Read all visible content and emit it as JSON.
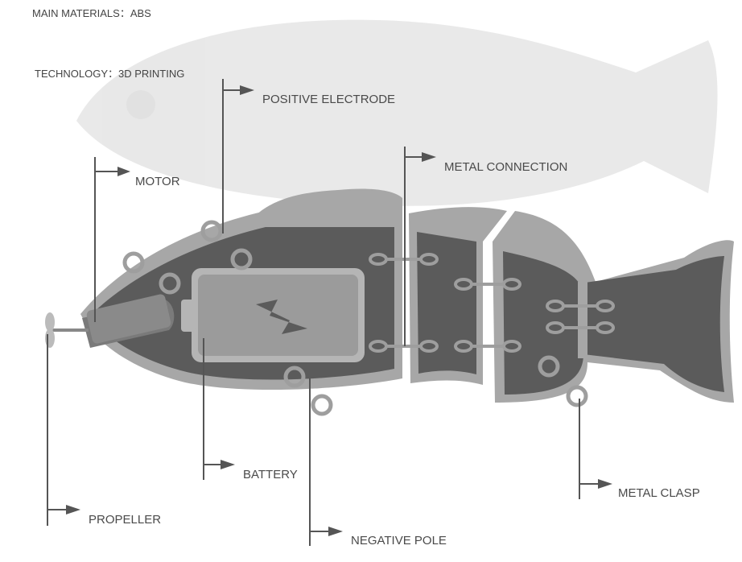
{
  "specs": {
    "materials": "MAIN MATERIALS：ABS",
    "technology": "TECHNOLOGY：3D PRINTING"
  },
  "labels": {
    "positive_electrode": "POSITIVE ELECTRODE",
    "metal_connection": "METAL CONNECTION",
    "motor": "MOTOR",
    "battery": "BATTERY",
    "propeller": "PROPELLER",
    "negative_pole": "NEGATIVE POLE",
    "metal_clasp": "METAL CLASP"
  },
  "colors": {
    "shell": "#a7a7a7",
    "interior": "#5b5b5b",
    "battery": "#9b9b9b",
    "leader": "#555555"
  }
}
